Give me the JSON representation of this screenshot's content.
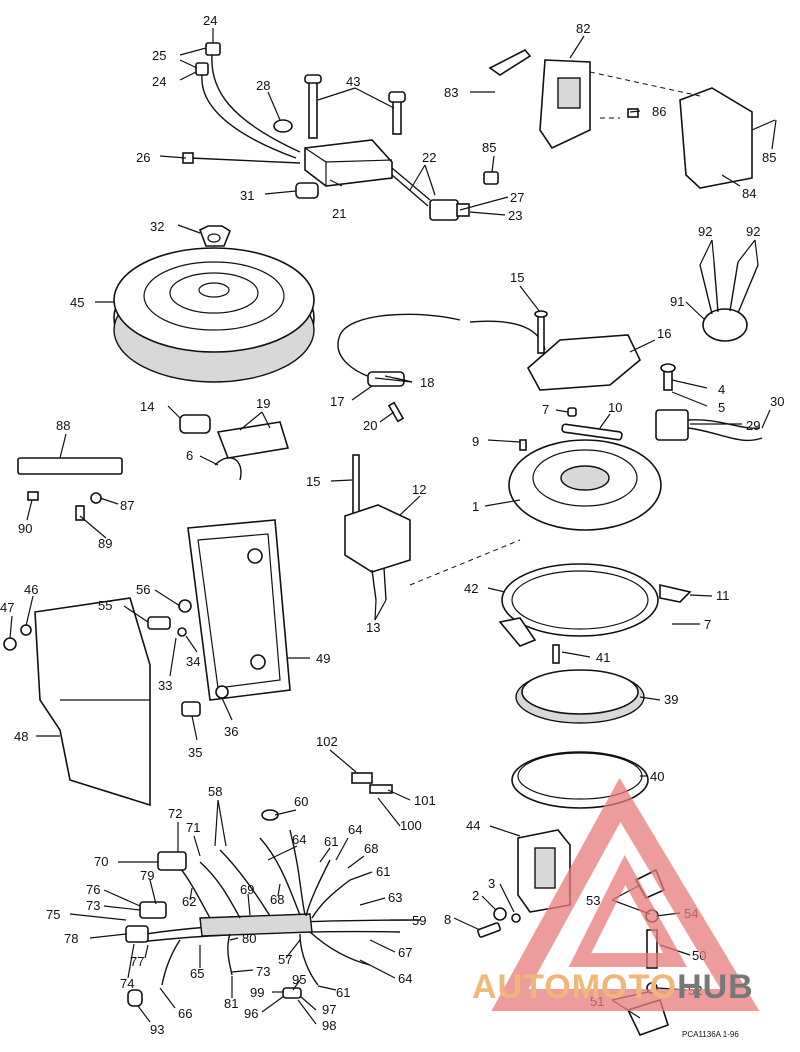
{
  "diagram": {
    "callouts": [
      {
        "id": "c24a",
        "text": "24"
      },
      {
        "id": "c25",
        "text": "25"
      },
      {
        "id": "c24b",
        "text": "24"
      },
      {
        "id": "c28",
        "text": "28"
      },
      {
        "id": "c43",
        "text": "43"
      },
      {
        "id": "c26",
        "text": "26"
      },
      {
        "id": "c22",
        "text": "22"
      },
      {
        "id": "c31",
        "text": "31"
      },
      {
        "id": "c21",
        "text": "21"
      },
      {
        "id": "c27",
        "text": "27"
      },
      {
        "id": "c23",
        "text": "23"
      },
      {
        "id": "c82",
        "text": "82"
      },
      {
        "id": "c83",
        "text": "83"
      },
      {
        "id": "c86",
        "text": "86"
      },
      {
        "id": "c85a",
        "text": "85"
      },
      {
        "id": "c85b",
        "text": "85"
      },
      {
        "id": "c84",
        "text": "84"
      },
      {
        "id": "c32",
        "text": "32"
      },
      {
        "id": "c45",
        "text": "45"
      },
      {
        "id": "c92a",
        "text": "92"
      },
      {
        "id": "c92b",
        "text": "92"
      },
      {
        "id": "c91",
        "text": "91"
      },
      {
        "id": "c15a",
        "text": "15"
      },
      {
        "id": "c16",
        "text": "16"
      },
      {
        "id": "c18",
        "text": "18"
      },
      {
        "id": "c17",
        "text": "17"
      },
      {
        "id": "c20",
        "text": "20"
      },
      {
        "id": "c4",
        "text": "4"
      },
      {
        "id": "c5",
        "text": "5"
      },
      {
        "id": "c30",
        "text": "30"
      },
      {
        "id": "c29",
        "text": "29"
      },
      {
        "id": "c7a",
        "text": "7"
      },
      {
        "id": "c10",
        "text": "10"
      },
      {
        "id": "c9",
        "text": "9"
      },
      {
        "id": "c14",
        "text": "14"
      },
      {
        "id": "c19",
        "text": "19"
      },
      {
        "id": "c88",
        "text": "88"
      },
      {
        "id": "c6",
        "text": "6"
      },
      {
        "id": "c87",
        "text": "87"
      },
      {
        "id": "c90",
        "text": "90"
      },
      {
        "id": "c89",
        "text": "89"
      },
      {
        "id": "c15b",
        "text": "15"
      },
      {
        "id": "c12",
        "text": "12"
      },
      {
        "id": "c1",
        "text": "1"
      },
      {
        "id": "c42",
        "text": "42"
      },
      {
        "id": "c11",
        "text": "11"
      },
      {
        "id": "c7b",
        "text": "7"
      },
      {
        "id": "c13",
        "text": "13"
      },
      {
        "id": "c41",
        "text": "41"
      },
      {
        "id": "c39",
        "text": "39"
      },
      {
        "id": "c56",
        "text": "56"
      },
      {
        "id": "c55",
        "text": "55"
      },
      {
        "id": "c46",
        "text": "46"
      },
      {
        "id": "c47",
        "text": "47"
      },
      {
        "id": "c34",
        "text": "34"
      },
      {
        "id": "c33",
        "text": "33"
      },
      {
        "id": "c49",
        "text": "49"
      },
      {
        "id": "c36",
        "text": "36"
      },
      {
        "id": "c35",
        "text": "35"
      },
      {
        "id": "c48",
        "text": "48"
      },
      {
        "id": "c102",
        "text": "102"
      },
      {
        "id": "c101",
        "text": "101"
      },
      {
        "id": "c100",
        "text": "100"
      },
      {
        "id": "c40",
        "text": "40"
      },
      {
        "id": "c58",
        "text": "58"
      },
      {
        "id": "c60",
        "text": "60"
      },
      {
        "id": "c72",
        "text": "72"
      },
      {
        "id": "c71",
        "text": "71"
      },
      {
        "id": "c64a",
        "text": "64"
      },
      {
        "id": "c61a",
        "text": "61"
      },
      {
        "id": "c70",
        "text": "70"
      },
      {
        "id": "c64b",
        "text": "64"
      },
      {
        "id": "c68a",
        "text": "68"
      },
      {
        "id": "c44",
        "text": "44"
      },
      {
        "id": "c61b",
        "text": "61"
      },
      {
        "id": "c79",
        "text": "79"
      },
      {
        "id": "c62",
        "text": "62"
      },
      {
        "id": "c68b",
        "text": "68"
      },
      {
        "id": "c69",
        "text": "69"
      },
      {
        "id": "c63",
        "text": "63"
      },
      {
        "id": "c76",
        "text": "76"
      },
      {
        "id": "c73a",
        "text": "73"
      },
      {
        "id": "c2",
        "text": "2"
      },
      {
        "id": "c3",
        "text": "3"
      },
      {
        "id": "c53",
        "text": "53"
      },
      {
        "id": "c54",
        "text": "54"
      },
      {
        "id": "c75",
        "text": "75"
      },
      {
        "id": "c59",
        "text": "59"
      },
      {
        "id": "c8",
        "text": "8"
      },
      {
        "id": "c78",
        "text": "78"
      },
      {
        "id": "c80",
        "text": "80"
      },
      {
        "id": "c67",
        "text": "67"
      },
      {
        "id": "c50",
        "text": "50"
      },
      {
        "id": "c74",
        "text": "74"
      },
      {
        "id": "c77",
        "text": "77"
      },
      {
        "id": "c65",
        "text": "65"
      },
      {
        "id": "c73b",
        "text": "73"
      },
      {
        "id": "c57",
        "text": "57"
      },
      {
        "id": "c64c",
        "text": "64"
      },
      {
        "id": "c95",
        "text": "95"
      },
      {
        "id": "c52",
        "text": "52"
      },
      {
        "id": "c51",
        "text": "51"
      },
      {
        "id": "c99",
        "text": "99"
      },
      {
        "id": "c61c",
        "text": "61"
      },
      {
        "id": "c81",
        "text": "81"
      },
      {
        "id": "c66",
        "text": "66"
      },
      {
        "id": "c96",
        "text": "96"
      },
      {
        "id": "c97",
        "text": "97"
      },
      {
        "id": "c98",
        "text": "98"
      },
      {
        "id": "c93",
        "text": "93"
      }
    ],
    "code_label": "PCA1136A    1-96"
  },
  "watermark": {
    "part1": "AUTOMOTO",
    "part2": "HUB",
    "triangle_color": "#e87a7a",
    "text_color_1": "#f0b77a",
    "text_color_2": "#777777"
  }
}
